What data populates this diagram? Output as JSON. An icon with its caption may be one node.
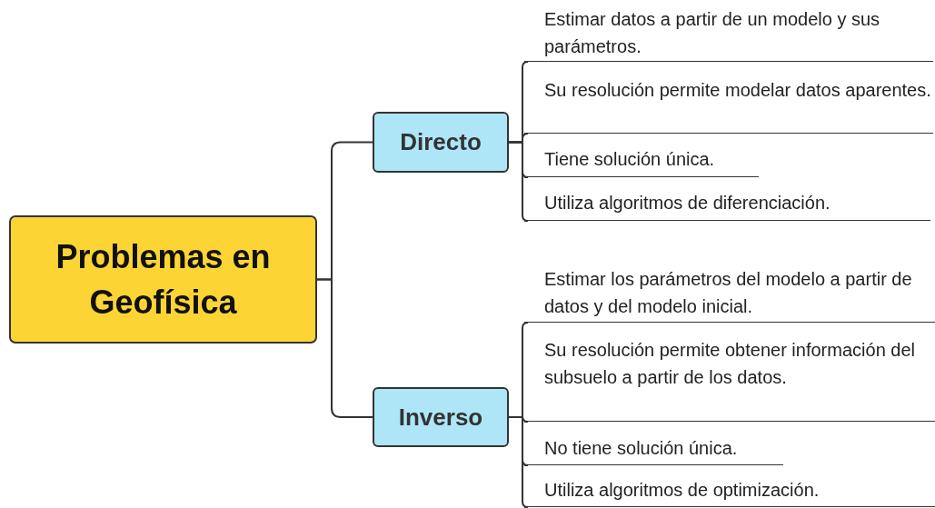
{
  "diagram": {
    "nodes": [
      {
        "text": [
          "Problemas en Geofísica"
        ]
      },
      {
        "text": [
          "Directo"
        ]
      },
      {
        "text": [
          "Inverso"
        ]
      },
      {
        "text": [
          "Estimar datos a partir de un modelo y sus parámetros."
        ]
      },
      {
        "text": [
          "Su resolución permite modelar datos aparentes."
        ]
      },
      {
        "text": [
          "Tiene solución única."
        ]
      },
      {
        "text": [
          "Utiliza algoritmos de diferenciación."
        ]
      },
      {
        "text": [
          "Estimar los parámetros del modelo a partir de datos y del modelo inicial."
        ]
      },
      {
        "text": [
          "Su resolución permite obtener información del subsuelo a partir de los datos."
        ]
      },
      {
        "text": [
          "No tiene solución única."
        ]
      },
      {
        "text": [
          "Utiliza algoritmos de optimización."
        ]
      }
    ],
    "edges": [
      {
        "from": 0,
        "to": 1,
        "arrow": "none"
      },
      {
        "from": 0,
        "to": 2,
        "arrow": "none"
      },
      {
        "from": 1,
        "to": 3,
        "arrow": "none"
      },
      {
        "from": 1,
        "to": 4,
        "arrow": "none"
      },
      {
        "from": 1,
        "to": 5,
        "arrow": "none"
      },
      {
        "from": 1,
        "to": 6,
        "arrow": "none"
      },
      {
        "from": 2,
        "to": 7,
        "arrow": "none"
      },
      {
        "from": 2,
        "to": 8,
        "arrow": "none"
      },
      {
        "from": 2,
        "to": 9,
        "arrow": "none"
      },
      {
        "from": 2,
        "to": 10,
        "arrow": "none"
      }
    ]
  }
}
